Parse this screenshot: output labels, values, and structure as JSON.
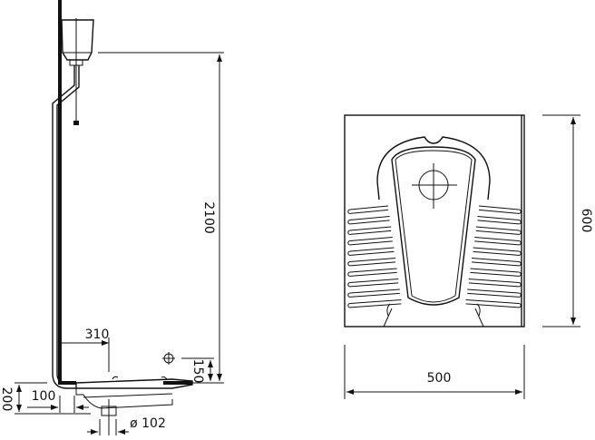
{
  "side_view": {
    "dimensions": {
      "height_tank": "2100",
      "offset_310": "310",
      "height_150": "150",
      "offset_100": "100",
      "height_200": "200",
      "outlet_diameter": "ø 102"
    }
  },
  "top_view": {
    "dimensions": {
      "depth": "600",
      "width": "500"
    }
  },
  "colors": {
    "line": "#111111",
    "background": "#ffffff"
  }
}
